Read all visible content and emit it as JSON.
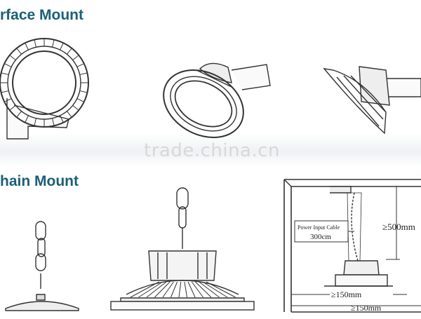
{
  "sections": {
    "surface_mount": "rface Mount",
    "chain_mount": "hain Mount"
  },
  "watermark": "trade.china.cn",
  "dimensions": {
    "cable_label": "Power Input Cable",
    "cable_length": "300cm",
    "height_clearance": "≥500mm",
    "side_clearance_1": "≥150mm",
    "side_clearance_2": "≥150mm"
  }
}
